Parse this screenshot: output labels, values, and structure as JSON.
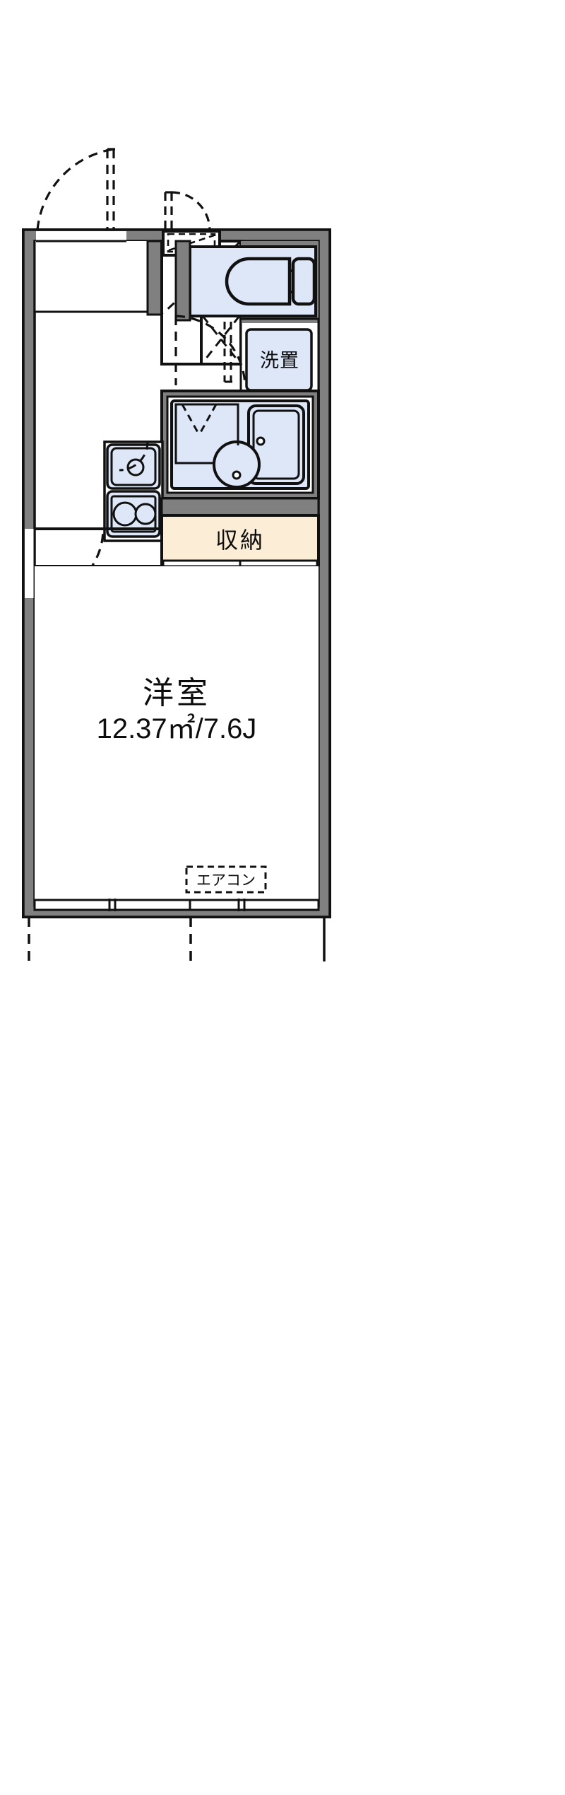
{
  "plan": {
    "type": "japanese-apartment-floor-plan",
    "layout_code": "1K",
    "colors": {
      "wall_fill": "#808080",
      "wall_stroke": "#111111",
      "fixture_fill": "#dde7f7",
      "fixture_stroke": "#0d0d0d",
      "storage_fill": "#fceed6",
      "floor_fill": "#ffffff",
      "line": "#0d0d0d"
    },
    "rooms": [
      {
        "id": "main-room",
        "name": "洋室",
        "area_label": "12.37㎡/7.6J",
        "area_sqm": 12.37,
        "area_jo": 7.6
      },
      {
        "id": "closet",
        "name": "収納"
      },
      {
        "id": "laundry",
        "name": "洗置"
      }
    ],
    "labels": {
      "main_room_name": "洋室",
      "main_room_area": "12.37㎡/7.6J",
      "closet": "収納",
      "laundry": "洗置",
      "air_conditioner": "エアコン"
    },
    "fixtures": [
      {
        "id": "toilet",
        "name": "toilet-fixture"
      },
      {
        "id": "bathtub",
        "name": "bathtub-fixture"
      },
      {
        "id": "washbasin",
        "name": "washbasin-fixture"
      },
      {
        "id": "kitchen-sink",
        "name": "kitchen-sink-fixture"
      },
      {
        "id": "gas-stove",
        "name": "two-burner-stove-fixture"
      },
      {
        "id": "shoe-box",
        "name": "shoe-box"
      },
      {
        "id": "washer-space",
        "name": "washing-machine-space"
      }
    ],
    "openings": [
      {
        "id": "entrance-door",
        "name": "entrance-door-swing"
      },
      {
        "id": "toilet-door",
        "name": "toilet-door-swing"
      },
      {
        "id": "bath-door",
        "name": "bath-door-swing"
      },
      {
        "id": "room-door",
        "name": "room-door-swing"
      },
      {
        "id": "kitchen-door",
        "name": "kitchen-door-swing"
      },
      {
        "id": "closet-door",
        "name": "closet-sliding-door"
      },
      {
        "id": "balcony-window",
        "name": "balcony-sliding-window"
      }
    ]
  }
}
